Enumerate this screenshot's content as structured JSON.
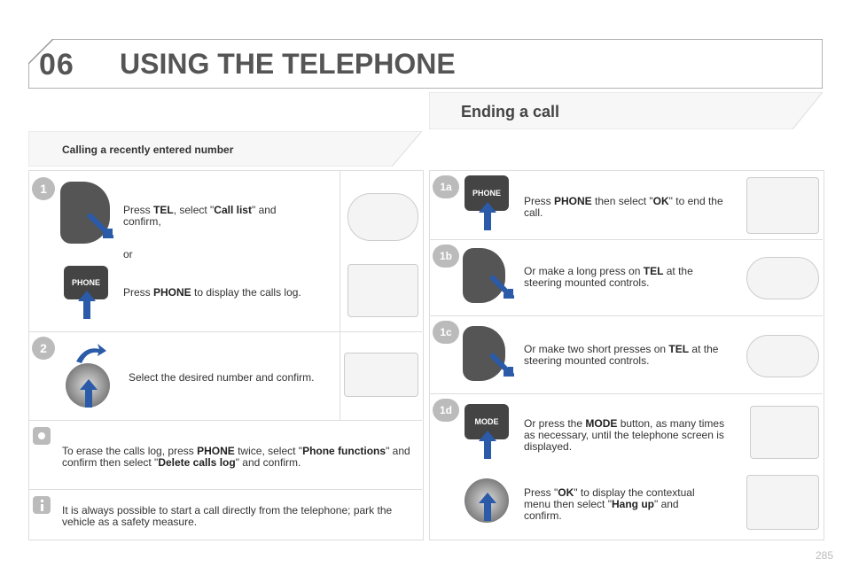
{
  "header": {
    "number": "06",
    "title": "USING THE TELEPHONE"
  },
  "left": {
    "section_title": "Calling a recently entered number",
    "step1": {
      "badge": "1",
      "text_press": "Press ",
      "tel": "TEL",
      "select": ", select \"",
      "call_list": "Call list",
      "confirm": "\" and confirm,",
      "or": "or",
      "press2": "Press ",
      "phone": "PHONE",
      "calls_log": " to display the calls log.",
      "phone_button": "PHONE"
    },
    "step2": {
      "badge": "2",
      "text": "Select the desired number and confirm."
    },
    "tip": {
      "a": "To erase the calls log, press ",
      "phone": "PHONE",
      "b": " twice, select \"",
      "phone_functions": "Phone functions",
      "c": "\" and confirm then select \"",
      "delete_log": "Delete calls log",
      "d": "\" and confirm."
    },
    "info": "It is always possible to start a call directly from the telephone; park the vehicle as a safety measure."
  },
  "right": {
    "section_title": "Ending a call",
    "s1a": {
      "badge": "1a",
      "a": "Press ",
      "phone": "PHONE",
      "b": " then select \"",
      "ok": "OK",
      "c": "\" to end the call.",
      "button": "PHONE"
    },
    "s1b": {
      "badge": "1b",
      "a": "Or make a long press on ",
      "tel": "TEL",
      "b": " at the steering mounted controls."
    },
    "s1c": {
      "badge": "1c",
      "a": "Or make two short presses on ",
      "tel": "TEL",
      "b": " at the steering mounted controls."
    },
    "s1d": {
      "badge": "1d",
      "a": "Or press the ",
      "mode": "MODE",
      "b": " button, as many times as necessary, until the telephone screen is displayed.",
      "button": "MODE",
      "c": "Press \"",
      "ok": "OK",
      "d": "\" to display the contextual menu then select \"",
      "hangup": "Hang up",
      "e": "\" and confirm."
    }
  },
  "footer": {
    "page": "285"
  }
}
